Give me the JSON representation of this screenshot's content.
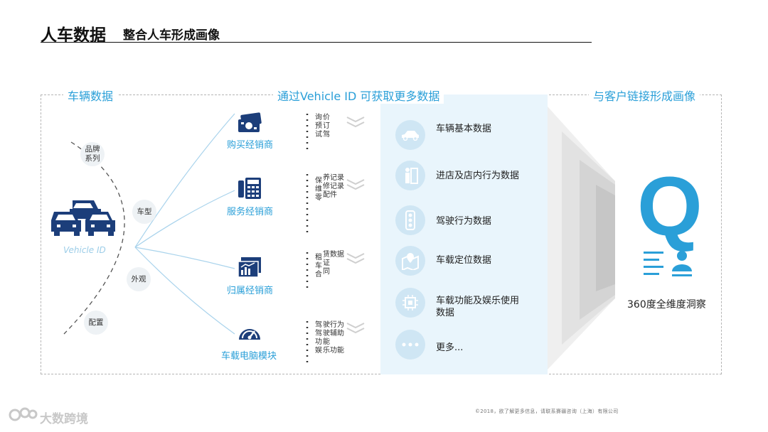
{
  "header": {
    "title_main": "人车数据",
    "title_sub": "整合人车形成画像"
  },
  "sections": {
    "left": "车辆数据",
    "middle": "通过Vehicle ID 可获取更多数据",
    "right": "与客户链接形成画像"
  },
  "vehicle": {
    "id_label": "Vehicle ID",
    "attributes": [
      {
        "label": "品牌\n系列"
      },
      {
        "label": "车型"
      },
      {
        "label": "外观"
      },
      {
        "label": "配置"
      }
    ]
  },
  "dealers": [
    {
      "label": "购买经销商",
      "icon": "cash-icon",
      "details_left": "询\n预\n试",
      "details_right": "价\n订\n驾"
    },
    {
      "label": "服务经销商",
      "icon": "calculator-icon",
      "details_left": "保\n维\n零",
      "details_right": "养记录\n修记录\n配件"
    },
    {
      "label": "归属经销商",
      "icon": "chart-card-icon",
      "details_left": "租\n车\n合",
      "details_right": "赁数据\n证\n同"
    },
    {
      "label": "车载电脑模块",
      "icon": "speedometer-icon",
      "details_left": "驾\n驾\n功\n娱",
      "details_right": "驶行为\n驶辅助\n能\n乐功能"
    }
  ],
  "features": [
    {
      "label": "车辆基本数据",
      "icon": "car-icon"
    },
    {
      "label": "进店及店内行为数据",
      "icon": "store-visit-icon"
    },
    {
      "label": "驾驶行为数据",
      "icon": "traffic-light-icon"
    },
    {
      "label": "车载定位数据",
      "icon": "map-pin-icon"
    },
    {
      "label": "车载功能及娱乐使用\n数据",
      "icon": "chip-icon"
    },
    {
      "label": "更多...",
      "icon": "more-dots-icon"
    }
  ],
  "insight": {
    "label": "360度全维度洞察",
    "letter": "Q"
  },
  "footer": {
    "copyright": "©2018，欲了解更多信息，请联系賽疆咨询（上海）有限公司",
    "logo_text": "大数跨境"
  },
  "colors": {
    "accent": "#2a9fd8",
    "panel": "#e9f5fc",
    "navy": "#1c3e7a",
    "gray_funnel": "#d8d8d8"
  }
}
